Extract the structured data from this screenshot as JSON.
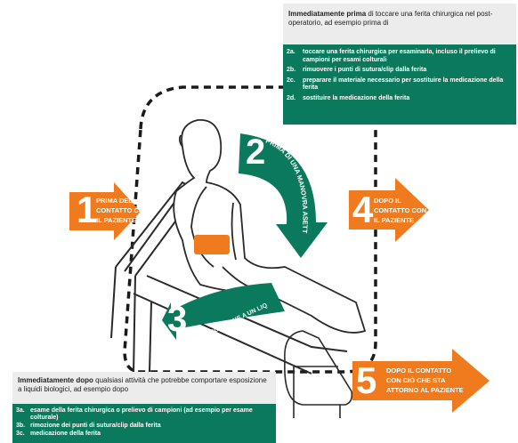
{
  "top_box": {
    "header_bold": "Immediatamente prima",
    "header_rest": " di toccare una ferita chirurgica nel post-operatorio, ad esempio prima di",
    "items": [
      {
        "key": "2a.",
        "text": "toccare una ferita chirurgica per esaminarla, incluso il prelievo di campioni per esami colturali"
      },
      {
        "key": "2b.",
        "text": "rimuovere i punti di sutura/clip dalla ferita"
      },
      {
        "key": "2c.",
        "text": "preparare il materiale necessario per sostituire la medicazione della ferita"
      },
      {
        "key": "2d.",
        "text": "sostituire la medicazione della ferita"
      }
    ]
  },
  "bottom_box": {
    "header_bold": "Immediatamente dopo",
    "header_rest": " qualsiasi attività che potrebbe comportare esposizione a liquidi biologici, ad esempio dopo",
    "items": [
      {
        "key": "3a.",
        "text": "esame della ferita chirurgica o prelievo di campioni (ad esempio per esame colturale)"
      },
      {
        "key": "3b.",
        "text": "rimozione dei punti di sutura/clip dalla ferita"
      },
      {
        "key": "3c.",
        "text": "medicazione della ferita"
      }
    ]
  },
  "moments": [
    {
      "number": "1",
      "label_lines": [
        "PRIMA DEL",
        "CONTATTO CON",
        "IL PAZIENTE"
      ]
    },
    {
      "number": "2",
      "label": "PRIMA DI UNA MANOVRA ASETTICA"
    },
    {
      "number": "3",
      "label": "DOPO L'ESPOSIZIONE A UN LIQUIDO BIOLOGICO"
    },
    {
      "number": "4",
      "label_lines": [
        "DOPO IL",
        "CONTATTO CON",
        "IL PAZIENTE"
      ]
    },
    {
      "number": "5",
      "label_lines": [
        "DOPO IL CONTATTO",
        "CON CIÒ CHE STA",
        "ATTORNO AL PAZIENTE"
      ]
    }
  ],
  "colors": {
    "orange": "#f07a1e",
    "green": "#0b7a5c",
    "grey_box": "#ececec",
    "dashed": "#1a1a1a"
  }
}
